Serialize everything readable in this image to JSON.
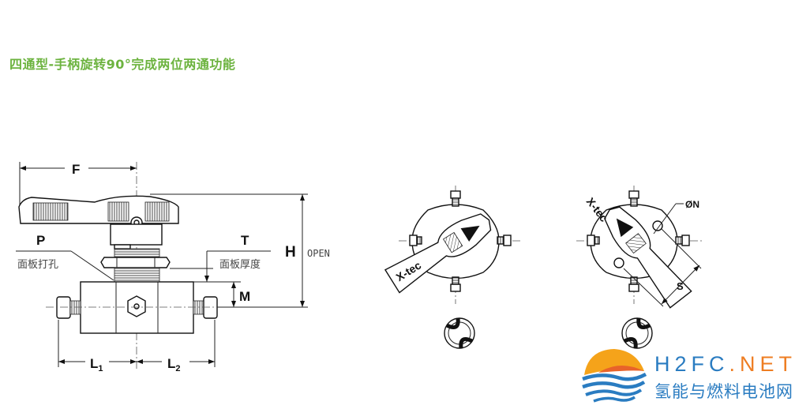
{
  "title": "四通型-手柄旋转90°完成两位两通功能",
  "side_view": {
    "labels": {
      "F": "F",
      "P": "P",
      "P_desc": "面板打孔",
      "T": "T",
      "T_desc": "面板厚度",
      "H": "H",
      "H_suffix": "OPEN",
      "M": "M",
      "L1": "L",
      "L1_sub": "1",
      "L2": "L",
      "L2_sub": "2"
    }
  },
  "top_view_closed": {
    "handle_brand": "X-tec"
  },
  "top_view_open": {
    "handle_brand": "X-tec",
    "labels": {
      "N": "ØN",
      "S": "S"
    }
  },
  "logo": {
    "name_prefix": "H2FC",
    "name_dot": ".",
    "name_suffix": "NET",
    "subtitle": "氢能与燃料电池网",
    "colors": {
      "blue": "#2a7cc1",
      "orange": "#ee7d22"
    }
  },
  "colors": {
    "title": "#6cb33f"
  }
}
